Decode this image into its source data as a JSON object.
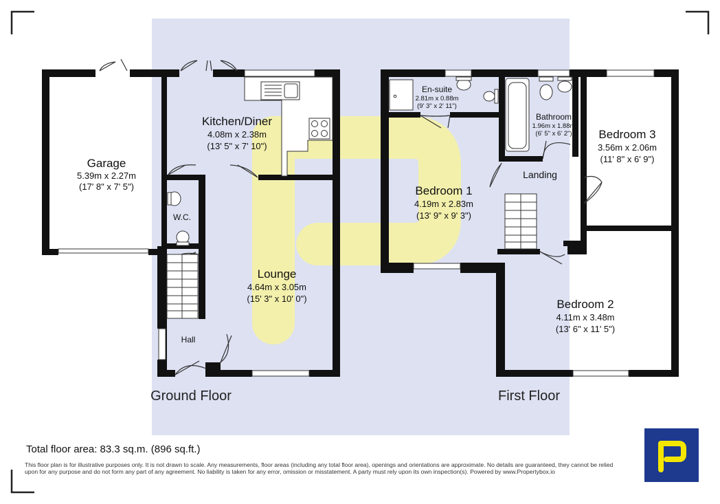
{
  "floors": [
    {
      "label": "Ground Floor"
    },
    {
      "label": "First Floor"
    }
  ],
  "rooms": [
    {
      "name": "Garage",
      "metric": "5.39m x 2.27m",
      "imperial": "(17' 8\" x 7' 5\")"
    },
    {
      "name": "Kitchen/Diner",
      "metric": "4.08m x 2.38m",
      "imperial": "(13' 5\" x 7' 10\")"
    },
    {
      "name": "W.C."
    },
    {
      "name": "Lounge",
      "metric": "4.64m x 3.05m",
      "imperial": "(15' 3\" x 10' 0\")"
    },
    {
      "name": "Hall"
    },
    {
      "name": "En-suite",
      "metric": "2.81m x 0.88m",
      "imperial": "(9' 3\" x 2' 11\")"
    },
    {
      "name": "Bathroom",
      "metric": "1.96m x 1.88m",
      "imperial": "(6' 5\" x 6' 2\")"
    },
    {
      "name": "Bedroom 3",
      "metric": "3.56m x 2.06m",
      "imperial": "(11' 8\" x 6' 9\")"
    },
    {
      "name": "Landing"
    },
    {
      "name": "Bedroom 1",
      "metric": "4.19m x 2.83m",
      "imperial": "(13' 9\" x 9' 3\")"
    },
    {
      "name": "Bedroom 2",
      "metric": "4.11m x 3.48m",
      "imperial": "(13' 6\" x 11' 5\")"
    }
  ],
  "total_area": "Total floor area: 83.3 sq.m. (896 sq.ft.)",
  "disclaimer": "This floor plan is for illustrative purposes only. It is not drawn to scale. Any measurements, floor areas (including any total floor area), openings and orientations are approximate. No details are guaranteed, they cannot be relied upon for any purpose and do not form any part of any agreement. No liability is taken for any error, omission or misstatement. A party must rely upon its own inspection(s). Powered by www.Propertybox.io",
  "colors": {
    "wall": "#111111",
    "background_panel": "#dde1f2",
    "watermark": "#f7f2a0",
    "logo_bg": "#1e3a8f",
    "logo_fg": "#f5e600"
  },
  "icons": [
    "corner-bracket-icon",
    "propertybox-logo-icon"
  ]
}
